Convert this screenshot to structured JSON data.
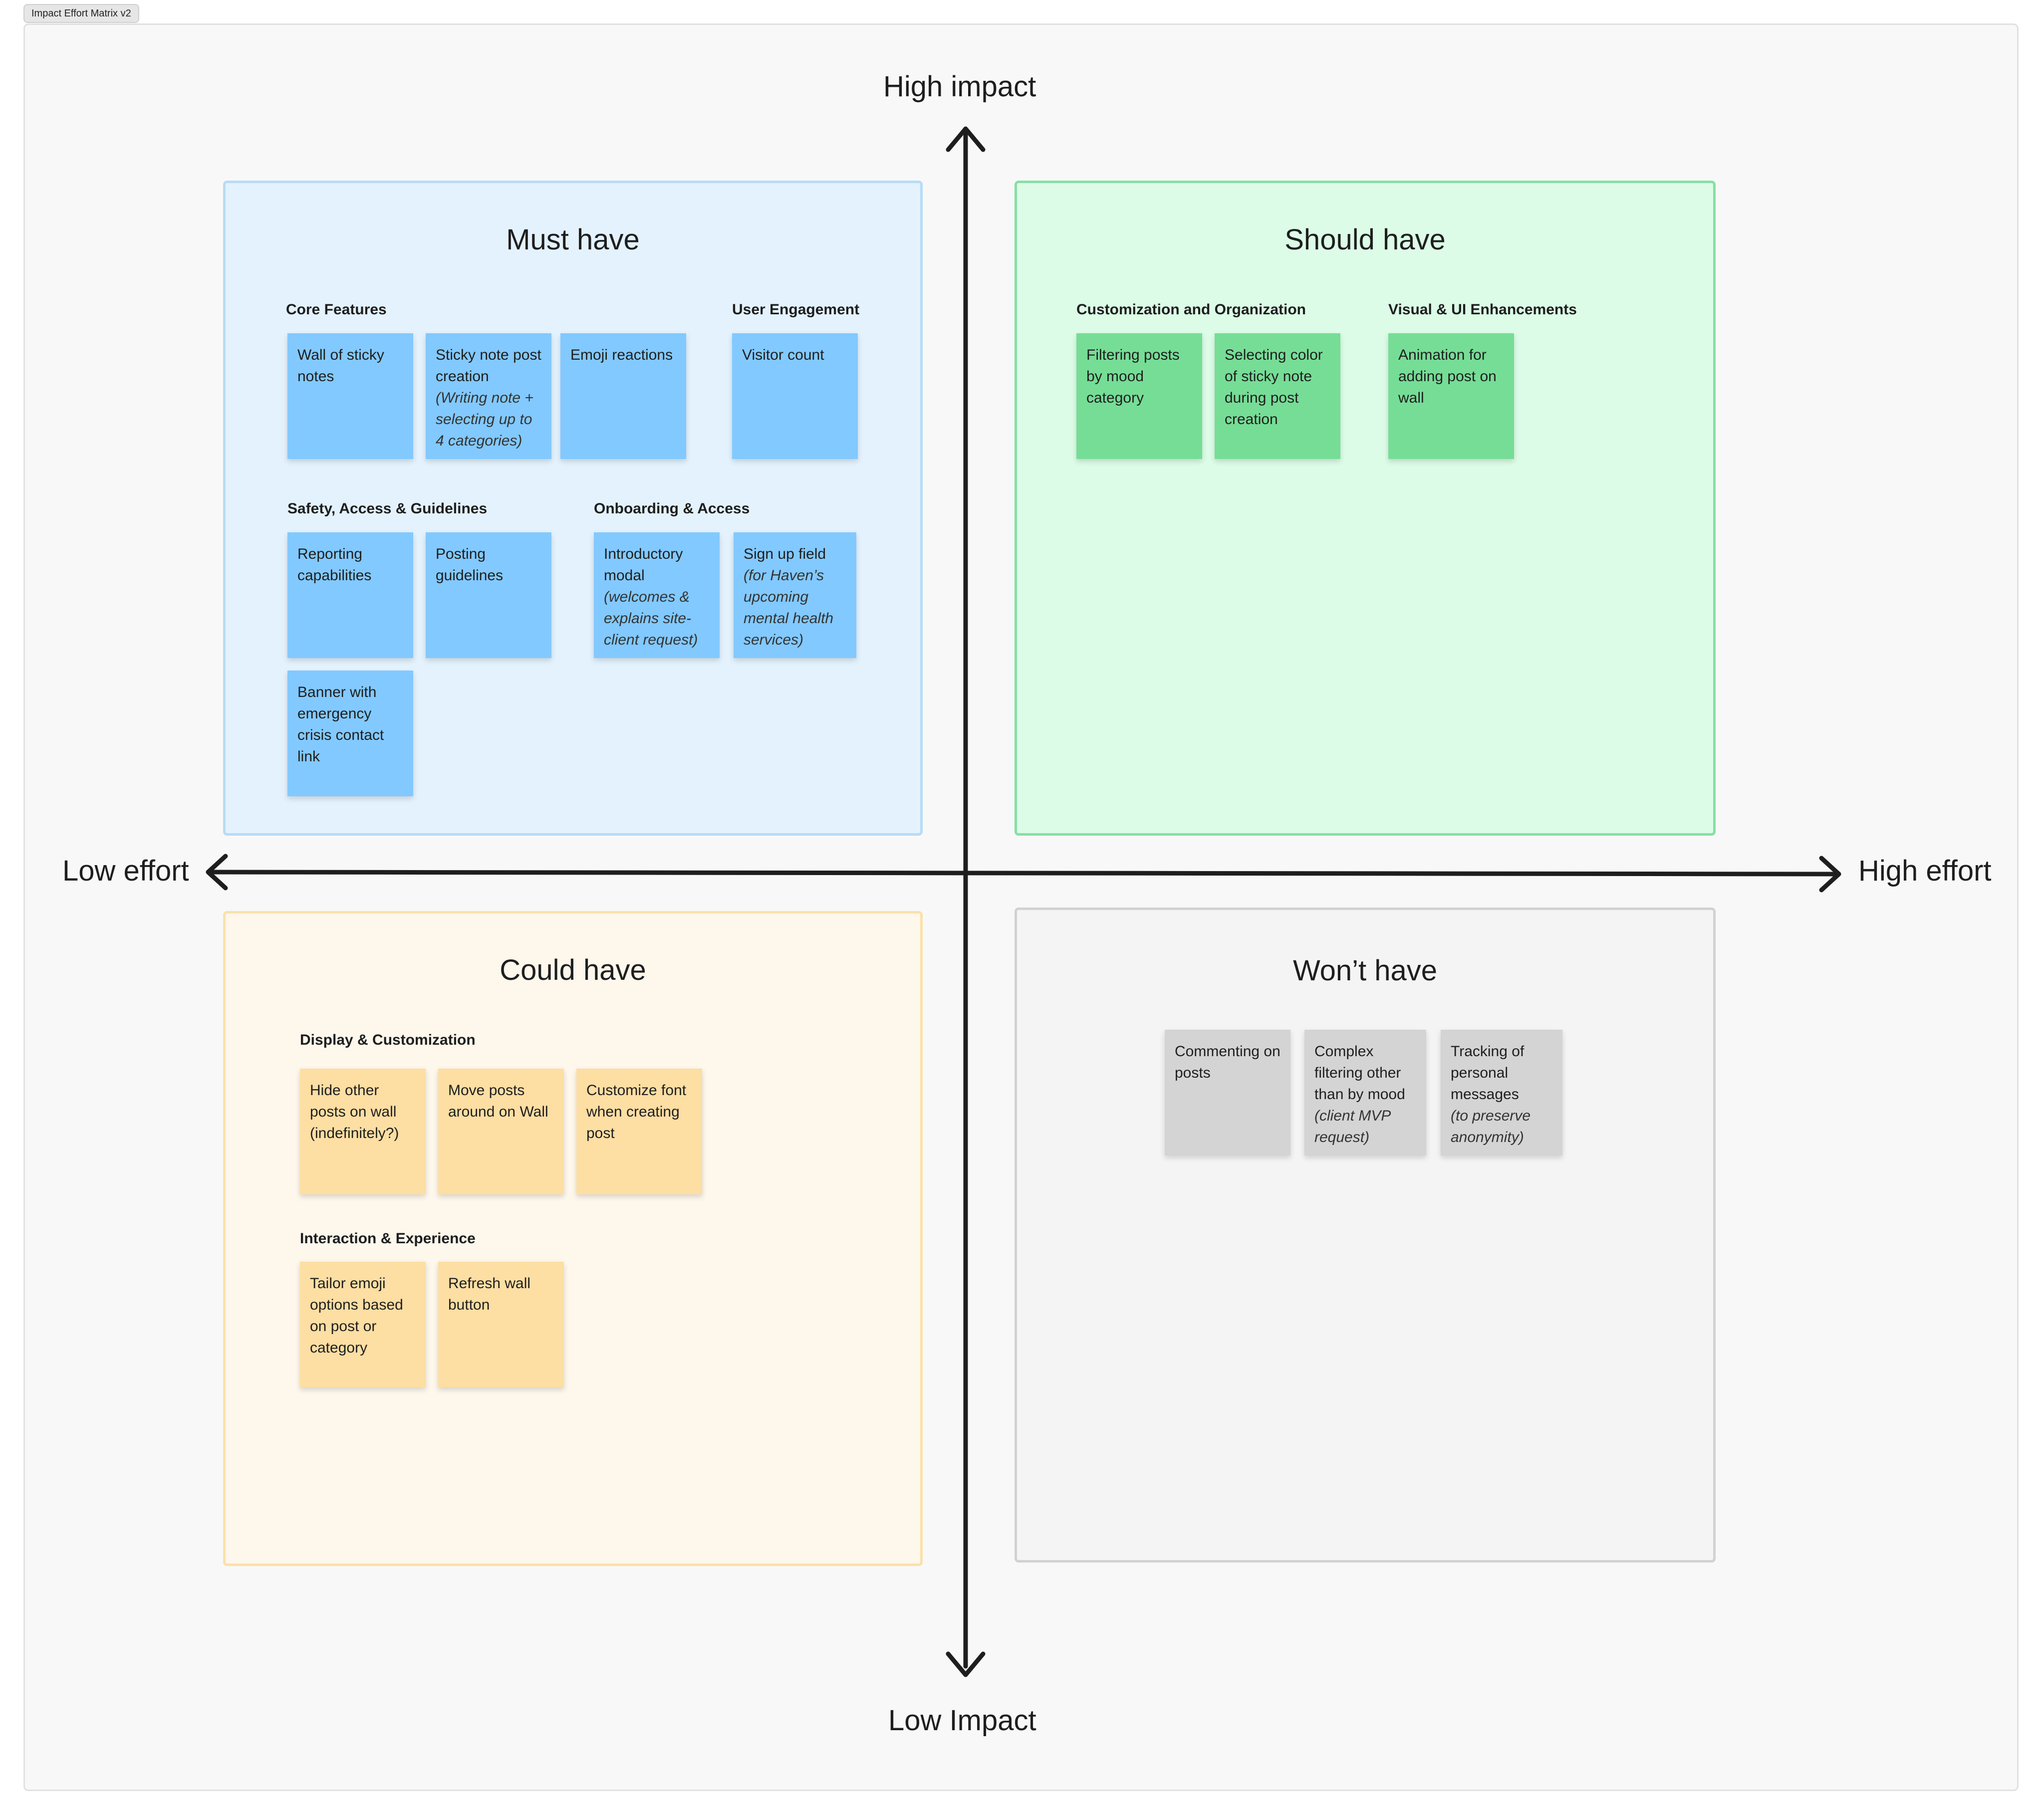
{
  "frame_title": "Impact Effort Matrix v2",
  "axes": {
    "top": "High impact",
    "bottom": "Low Impact",
    "left": "Low effort",
    "right": "High effort"
  },
  "colors": {
    "must_bg": "#e3f2fd",
    "must_border": "#b7dcf7",
    "must_sticky": "#82c9ff",
    "should_bg": "#dcfce7",
    "should_border": "#86e0a4",
    "should_sticky": "#76dd96",
    "could_bg": "#fdf7ec",
    "could_border": "#fbe1a8",
    "could_sticky": "#fddea3",
    "wont_bg": "#f4f4f4",
    "wont_border": "#d2d2d2",
    "wont_sticky": "#d4d4d4"
  },
  "must": {
    "title": "Must have",
    "groups": {
      "core": "Core Features",
      "engagement": "User Engagement",
      "safety": "Safety, Access & Guidelines",
      "onboarding": "Onboarding & Access"
    },
    "stickies": {
      "wall": {
        "main": "Wall of sticky notes",
        "note": ""
      },
      "sticky_creation": {
        "main": "Sticky note post creation",
        "note": "(Writing note + selecting up to 4 categories)"
      },
      "emoji": {
        "main": "Emoji reactions",
        "note": ""
      },
      "visitor": {
        "main": "Visitor count",
        "note": ""
      },
      "reporting": {
        "main": "Reporting capabilities",
        "note": ""
      },
      "guidelines": {
        "main": "Posting guidelines",
        "note": ""
      },
      "intro": {
        "main": "Introductory modal",
        "note": "(welcomes & explains site- client request)"
      },
      "signup": {
        "main": "Sign up field",
        "note": "(for Haven’s upcoming mental health services)"
      },
      "banner": {
        "main": "Banner with emergency crisis contact link",
        "note": ""
      }
    }
  },
  "should": {
    "title": "Should have",
    "groups": {
      "custom": "Customization and Organization",
      "visual": "Visual & UI Enhancements"
    },
    "stickies": {
      "filter": {
        "main": "Filtering posts by mood category",
        "note": ""
      },
      "color": {
        "main": "Selecting color of sticky note during post creation",
        "note": ""
      },
      "anim": {
        "main": "Animation for adding post on wall",
        "note": ""
      }
    }
  },
  "could": {
    "title": "Could have",
    "groups": {
      "display": "Display & Customization",
      "interaction": "Interaction & Experience"
    },
    "stickies": {
      "hide": {
        "main": "Hide other posts on wall (indefinitely?)",
        "note": ""
      },
      "move": {
        "main": "Move posts around on Wall",
        "note": ""
      },
      "font": {
        "main": "Customize font when creating post",
        "note": ""
      },
      "emoji_opts": {
        "main": "Tailor emoji options based on post or category",
        "note": ""
      },
      "refresh": {
        "main": "Refresh wall button",
        "note": ""
      }
    }
  },
  "wont": {
    "title": "Won’t have",
    "stickies": {
      "comment": {
        "main": "Commenting on posts",
        "note": ""
      },
      "complex": {
        "main": "Complex filtering other than by mood",
        "note": "(client MVP request)"
      },
      "tracking": {
        "main": "Tracking of personal messages",
        "note": "(to preserve anonymity)"
      }
    }
  }
}
